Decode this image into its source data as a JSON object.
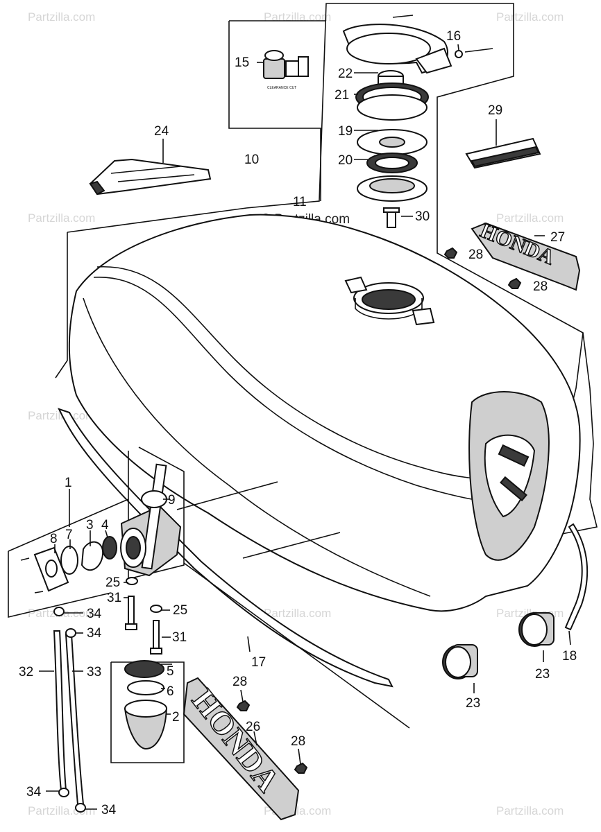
{
  "watermark": {
    "brand": "Partzilla.com",
    "copyright_overlay": "© Partzilla.com"
  },
  "labels": {
    "clearance_cut": "CLEARANCE CUT",
    "emblem_left": "HONDA",
    "emblem_right": "HONDA"
  },
  "callouts": [
    "1",
    "2",
    "3",
    "4",
    "5",
    "6",
    "7",
    "8",
    "9",
    "10",
    "11",
    "15",
    "16",
    "17",
    "18",
    "19",
    "20",
    "21",
    "22",
    "23",
    "23",
    "24",
    "25",
    "25",
    "26",
    "27",
    "28",
    "28",
    "28",
    "28",
    "29",
    "30",
    "31",
    "31",
    "32",
    "33",
    "34",
    "34",
    "34",
    "34"
  ]
}
